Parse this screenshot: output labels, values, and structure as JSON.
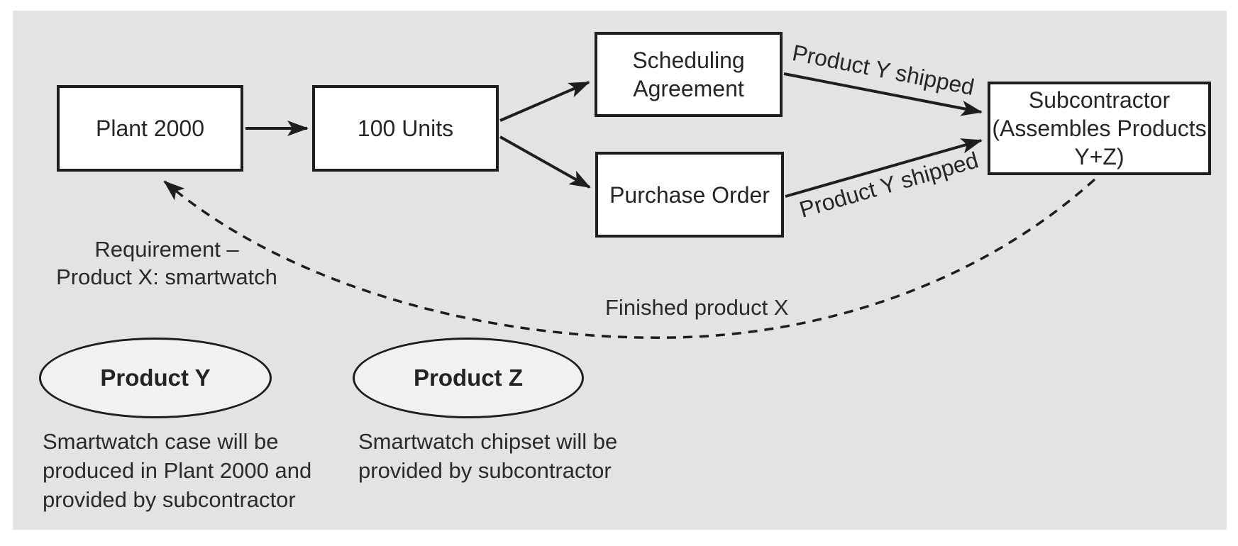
{
  "figure": {
    "nodes": {
      "plant": {
        "label": "Plant 2000"
      },
      "units": {
        "label": "100 Units"
      },
      "scheduling": {
        "lines": [
          "Scheduling",
          "Agreement"
        ]
      },
      "purchase": {
        "label": "Purchase Order"
      },
      "subcontractor": {
        "lines": [
          "Subcontractor",
          "(Assembles Products",
          "Y+Z)"
        ]
      }
    },
    "edge_labels": {
      "shipped_top": "Product Y shipped",
      "shipped_bottom": "Product Y shipped",
      "finished_product": "Finished product X",
      "requirement_lines": [
        "Requirement –",
        "Product X: smartwatch"
      ]
    },
    "legend": {
      "product_y": {
        "title": "Product Y",
        "desc_lines": [
          "Smartwatch case will be",
          "produced in Plant 2000 and",
          "provided by subcontractor"
        ]
      },
      "product_z": {
        "title": "Product Z",
        "desc_lines": [
          "Smartwatch chipset will be",
          "provided by subcontractor"
        ]
      }
    },
    "colors": {
      "panel_bg": "#e3e3e5",
      "node_fill": "#ffffff",
      "ellipse_fill": "#f1f1f3",
      "stroke": "#1e1e1e",
      "text": "#2a2a2a"
    }
  }
}
